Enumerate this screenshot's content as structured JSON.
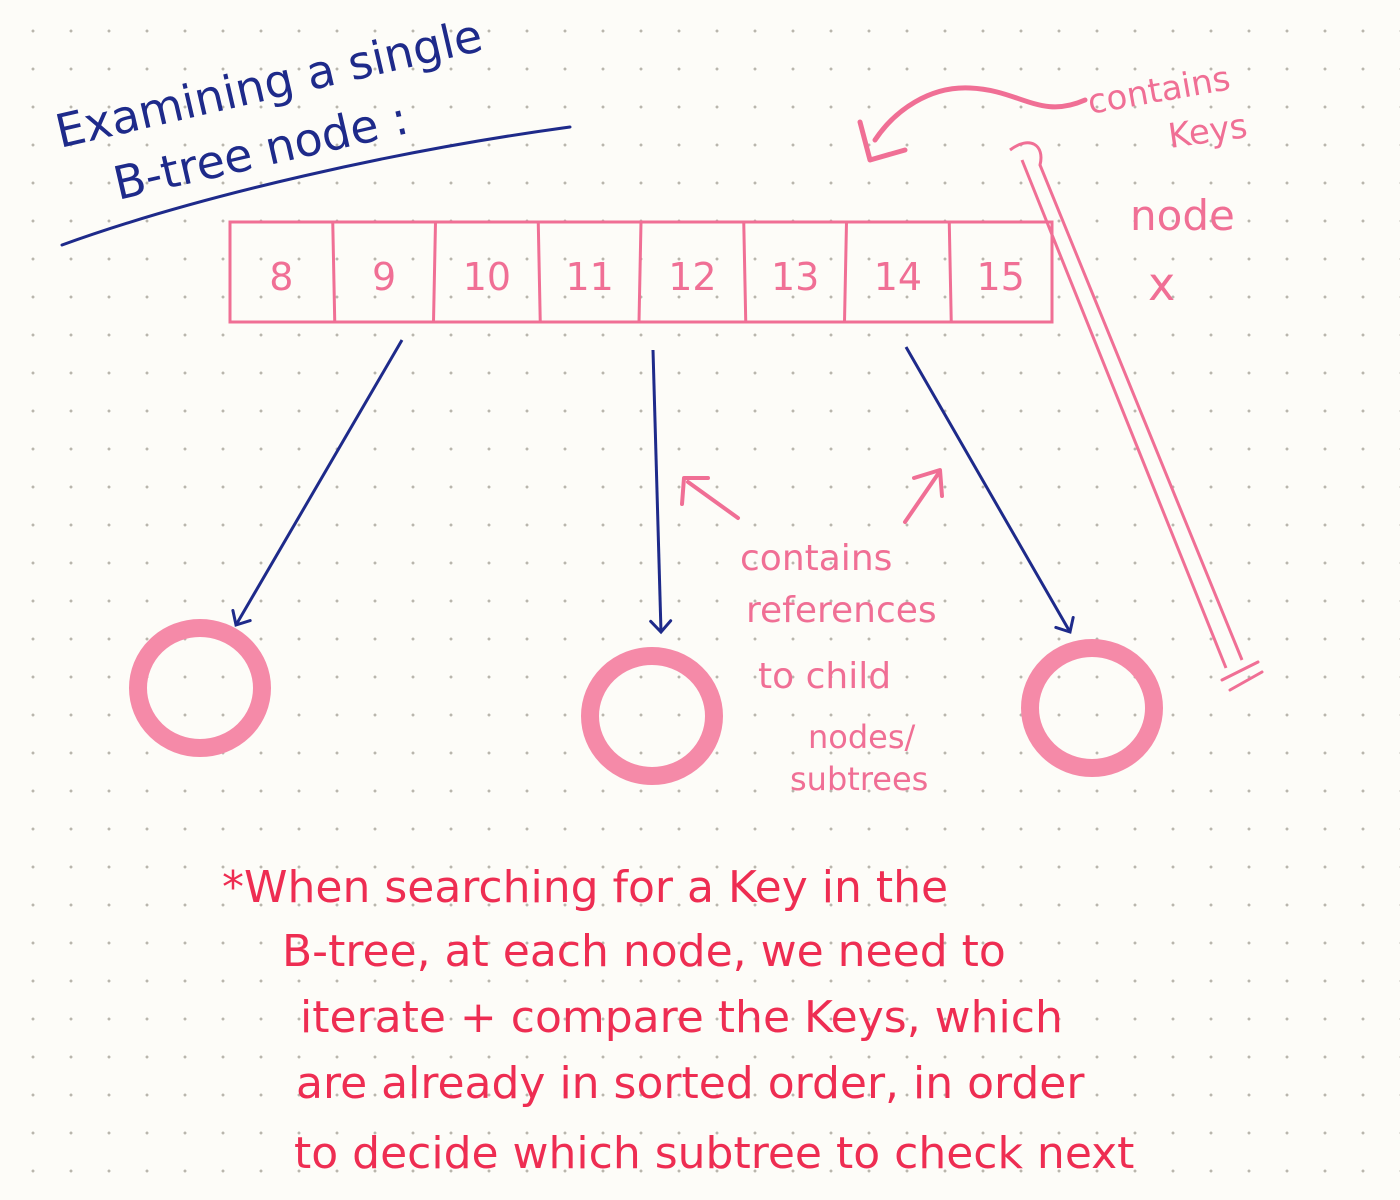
{
  "title": {
    "line1": "Examining a single",
    "line2": "B-tree node :"
  },
  "node": {
    "keys": [
      "8",
      "9",
      "10",
      "11",
      "12",
      "13",
      "14",
      "15"
    ]
  },
  "annotations": {
    "keys_label": [
      "contains",
      "Keys"
    ],
    "node_label": [
      "node",
      "x"
    ],
    "references_label": [
      "contains",
      "references",
      "to child",
      "nodes/",
      "subtrees"
    ]
  },
  "note": {
    "lines": [
      "*When searching for a Key in the",
      "B-tree, at each node, we need to",
      "iterate + compare the Keys, which",
      "are already in sorted order, in order",
      "to decide  which subtree to check next"
    ]
  },
  "colors": {
    "blue_ink": "#1e2a8a",
    "pink_ink": "#f06f95",
    "red_ink": "#ee2d52",
    "paper": "#fdfcf8"
  }
}
